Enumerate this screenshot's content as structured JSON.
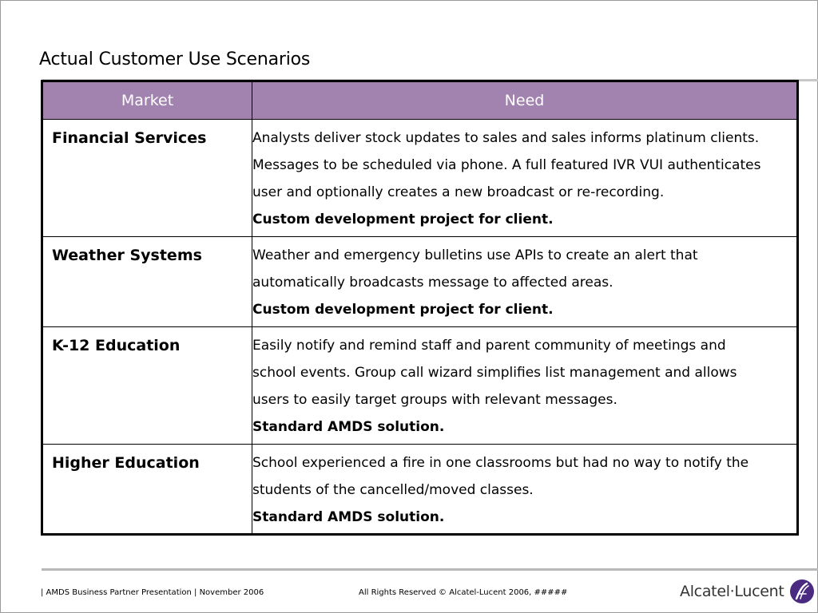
{
  "title": "Actual Customer Use Scenarios",
  "table": {
    "headers": [
      "Market",
      "Need"
    ],
    "rows": [
      {
        "market": "Financial Services",
        "lines": [
          "Analysts deliver stock updates to sales and sales informs platinum clients.",
          "Messages to be scheduled via phone.  A full featured IVR VUI authenticates",
          "user and optionally creates a new broadcast or re-recording."
        ],
        "note": "Custom development project for client."
      },
      {
        "market": "Weather Systems",
        "lines": [
          "Weather and emergency bulletins use APIs to create an alert that",
          "automatically broadcasts message to affected areas."
        ],
        "note": "Custom development project for client."
      },
      {
        "market": "K-12 Education",
        "lines": [
          "Easily notify and remind staff and parent community of meetings and",
          "school events. Group call wizard simplifies list management and allows",
          "users to easily target groups with relevant messages."
        ],
        "note": "Standard AMDS solution."
      },
      {
        "market": "Higher Education",
        "lines": [
          "School experienced a fire in one classrooms but had no way to notify the",
          "students of the cancelled/moved classes."
        ],
        "note": "Standard AMDS solution."
      }
    ]
  },
  "footer": {
    "left": "| AMDS Business Partner Presentation | November 2006",
    "center": "All Rights Reserved © Alcatel-Lucent 2006, #####",
    "logo_text": "Alcatel·Lucent",
    "logo_icon": "alcatel-lucent-logo-icon",
    "logo_color": "#4b2a82"
  }
}
